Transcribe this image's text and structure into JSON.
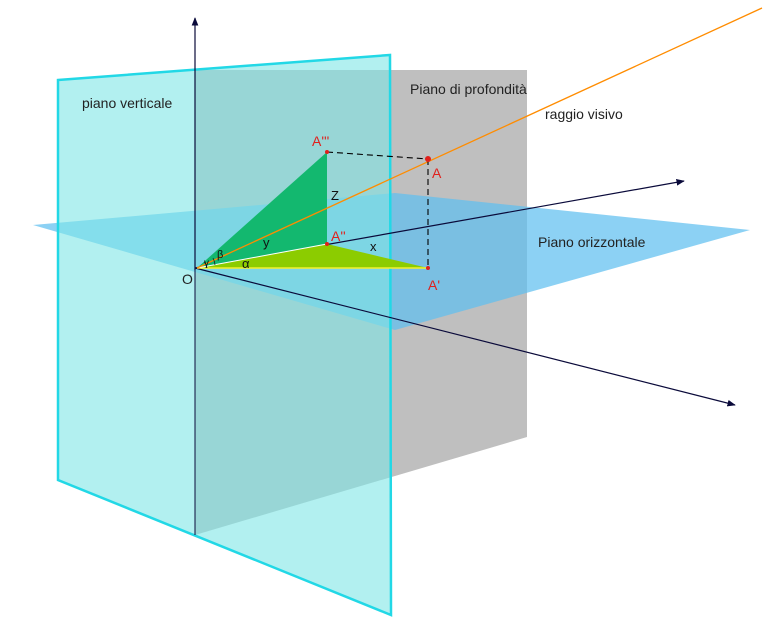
{
  "labels": {
    "vertical_plane": "piano verticale",
    "depth_plane": "Piano di profondità",
    "horizontal_plane": "Piano orizzontale",
    "visual_ray": "raggio visivo"
  },
  "points": {
    "origin": "O",
    "A": "A",
    "A_prime": "A'",
    "A_second": "A''",
    "A_third": "A'''"
  },
  "variables": {
    "x": "x",
    "y": "y",
    "z": "Z",
    "alpha": "α",
    "beta": "β",
    "gamma": "γ"
  },
  "colors": {
    "vertical_plane": "#7fe6e6",
    "vertical_plane_edge": "#22d8e6",
    "depth_plane": "#a9a9a9",
    "horizontal_plane": "#5fbff0",
    "triangle_upper": "#13b86f",
    "triangle_lower": "#8ccc00",
    "visual_ray": "#ff8c00",
    "point_label": "#e0201c",
    "axis": "#0a0a3a"
  }
}
